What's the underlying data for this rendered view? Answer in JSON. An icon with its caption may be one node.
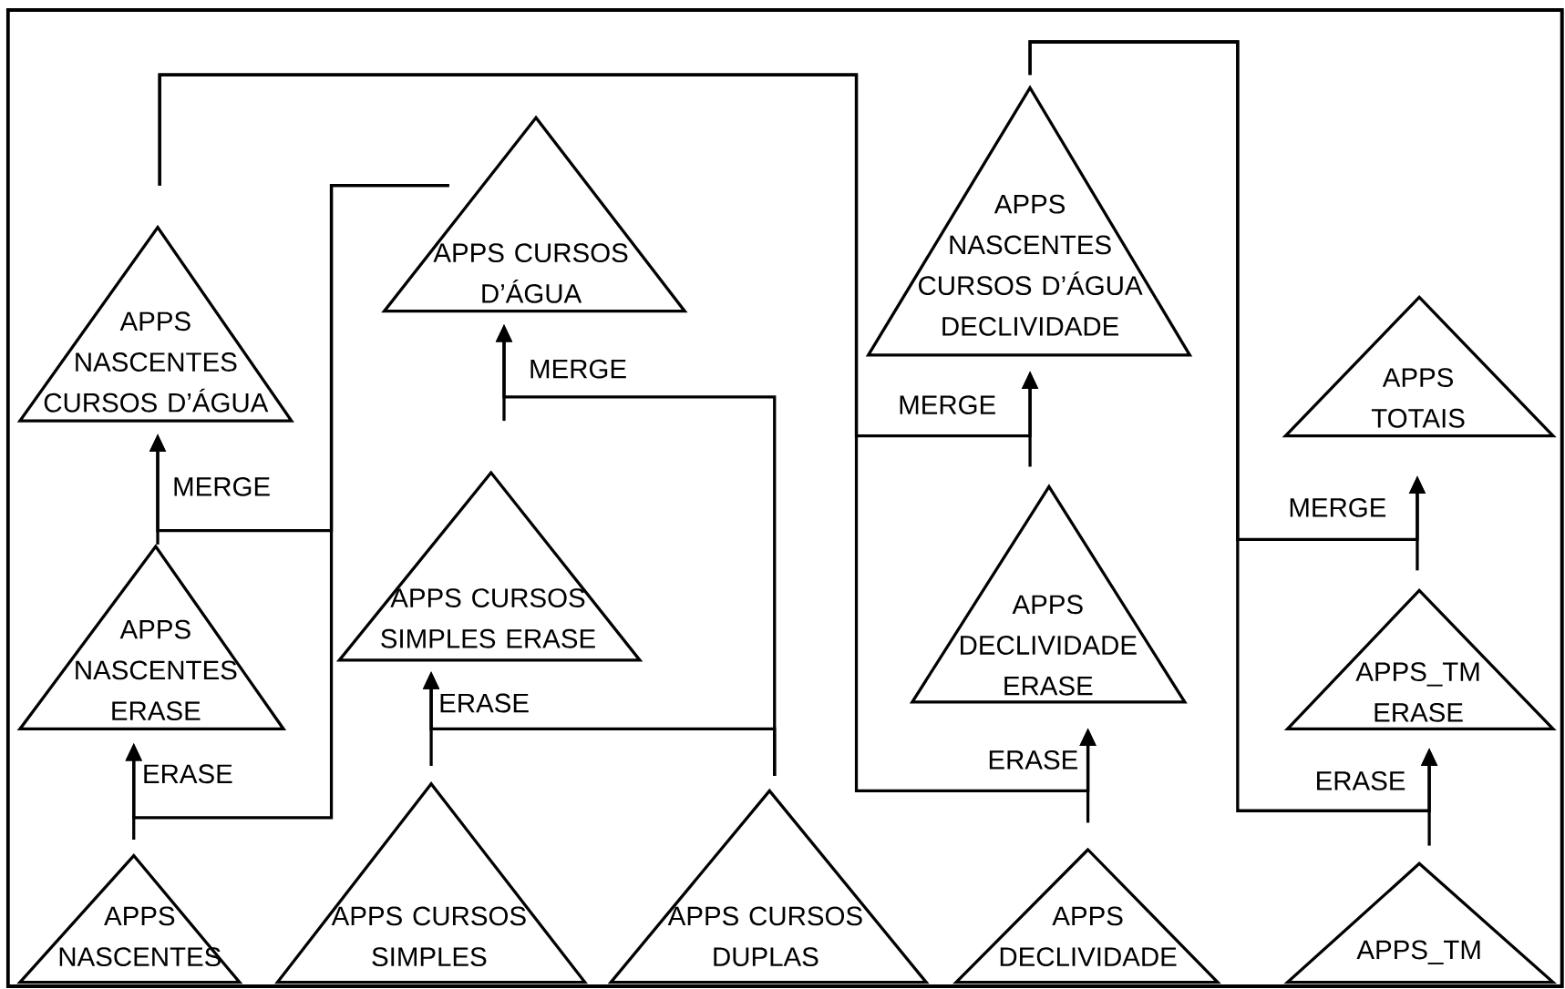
{
  "diagram": {
    "nodes": [
      {
        "text": [
          "APPS NASCENTES CURSOS D’ÁGUA"
        ]
      },
      {
        "text": [
          "APPS CURSOS D’ÁGUA"
        ]
      },
      {
        "text": [
          "APPS NASCENTES CURSOS D’ÁGUA DECLIVIDADE"
        ]
      },
      {
        "text": [
          "APPS TOTAIS"
        ]
      },
      {
        "text": [
          "APPS NASCENTES ERASE"
        ]
      },
      {
        "text": [
          "APPS CURSOS SIMPLES ERASE"
        ]
      },
      {
        "text": [
          "APPS DECLIVIDADE ERASE"
        ]
      },
      {
        "text": [
          "APPS_TM ERASE"
        ]
      },
      {
        "text": [
          "APPS NASCENTES"
        ]
      },
      {
        "text": [
          "APPS CURSOS SIMPLES"
        ]
      },
      {
        "text": [
          "APPS CURSOS DUPLAS"
        ]
      },
      {
        "text": [
          "APPS DECLIVIDADE"
        ]
      },
      {
        "text": [
          "APPS_TM"
        ]
      }
    ],
    "edges": [
      {
        "from": 8,
        "to": 4,
        "arrow": "to",
        "label": "ERASE"
      },
      {
        "from": 1,
        "to": 4,
        "arrow": "to"
      },
      {
        "from": 4,
        "to": 0,
        "arrow": "to",
        "label": "MERGE"
      },
      {
        "from": 1,
        "to": 0,
        "arrow": "to"
      },
      {
        "from": 9,
        "to": 5,
        "arrow": "to",
        "label": "ERASE"
      },
      {
        "from": 10,
        "to": 5,
        "arrow": "to"
      },
      {
        "from": 5,
        "to": 1,
        "arrow": "to",
        "label": "MERGE"
      },
      {
        "from": 10,
        "to": 1,
        "arrow": "to"
      },
      {
        "from": 11,
        "to": 6,
        "arrow": "to",
        "label": "ERASE"
      },
      {
        "from": 0,
        "to": 6,
        "arrow": "to"
      },
      {
        "from": 6,
        "to": 2,
        "arrow": "to",
        "label": "MERGE"
      },
      {
        "from": 0,
        "to": 2,
        "arrow": "to"
      },
      {
        "from": 12,
        "to": 7,
        "arrow": "to",
        "label": "ERASE"
      },
      {
        "from": 2,
        "to": 7,
        "arrow": "to"
      },
      {
        "from": 7,
        "to": 3,
        "arrow": "to",
        "label": "MERGE"
      },
      {
        "from": 2,
        "to": 3,
        "arrow": "to"
      }
    ]
  }
}
